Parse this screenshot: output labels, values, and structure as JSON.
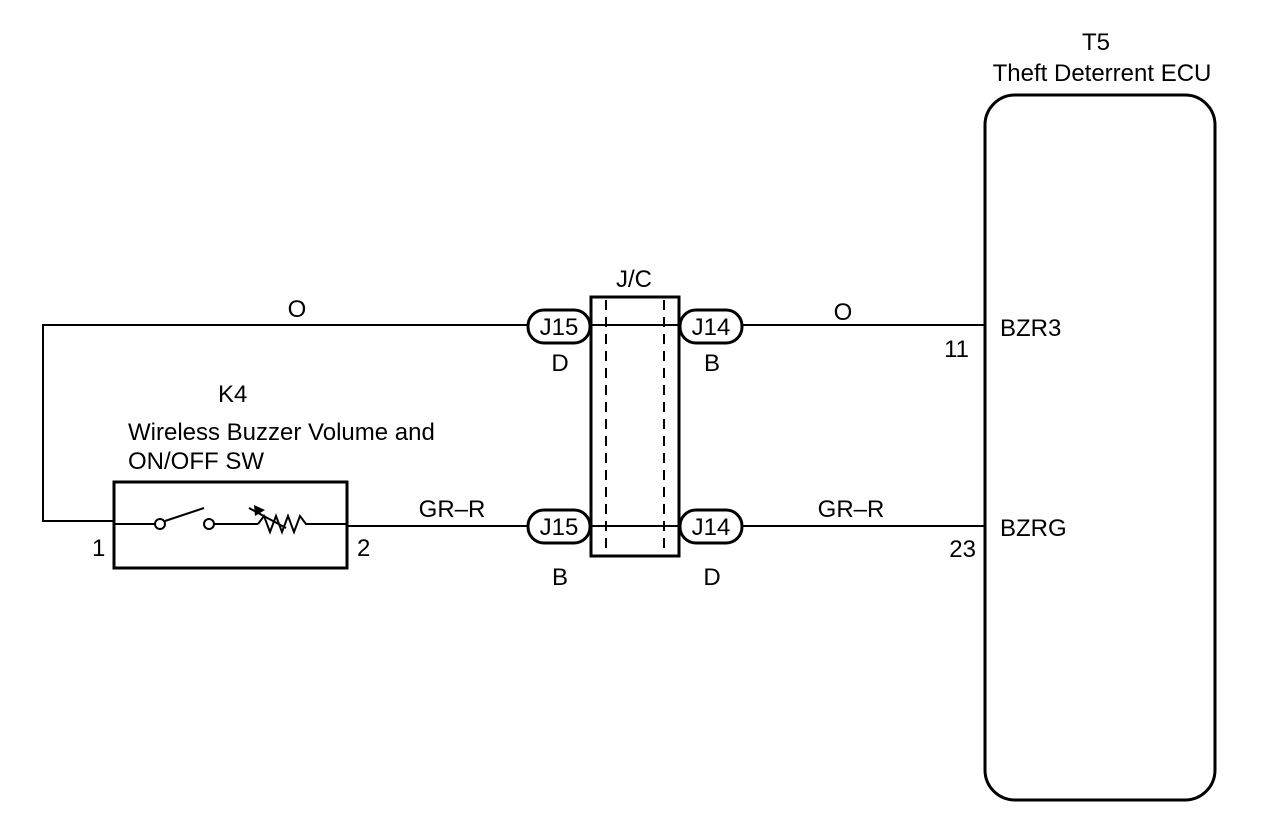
{
  "ecu": {
    "code": "T5",
    "name": "Theft Deterrent ECU",
    "pins": [
      {
        "number": "11",
        "signal": "BZR3"
      },
      {
        "number": "23",
        "signal": "BZRG"
      }
    ]
  },
  "switch": {
    "code": "K4",
    "name_line1": "Wireless Buzzer Volume and",
    "name_line2": "ON/OFF SW",
    "pin_left": "1",
    "pin_right": "2"
  },
  "junction": {
    "label": "J/C",
    "connectors": [
      {
        "id": "J15",
        "pin": "D"
      },
      {
        "id": "J14",
        "pin": "B"
      },
      {
        "id": "J15",
        "pin": "B"
      },
      {
        "id": "J14",
        "pin": "D"
      }
    ]
  },
  "wires": [
    {
      "color_code": "O"
    },
    {
      "color_code": "O"
    },
    {
      "color_code": "GR–R"
    },
    {
      "color_code": "GR–R"
    }
  ]
}
